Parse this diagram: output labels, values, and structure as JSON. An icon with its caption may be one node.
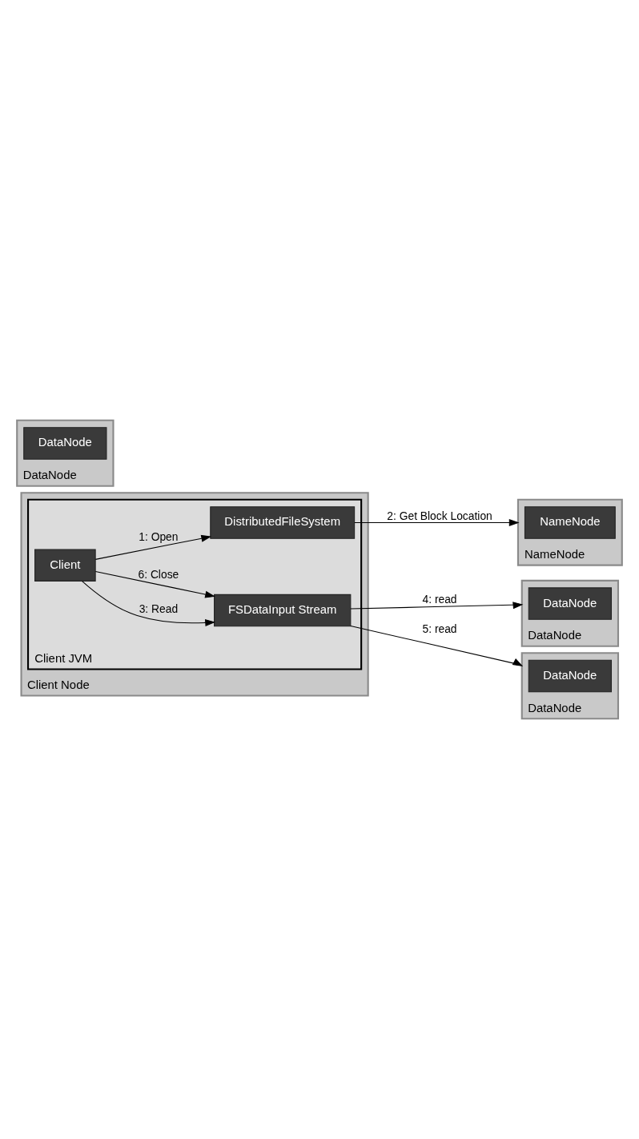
{
  "diagram": {
    "nodes": [
      {
        "text": [
          "Client Node"
        ]
      },
      {
        "text": [
          "Client JVM"
        ],
        "in": 0
      },
      {
        "text": [
          "Client"
        ],
        "in": 1
      },
      {
        "text": [
          "DistributedFileSystem"
        ],
        "in": 1
      },
      {
        "text": [
          "FSDataInput Stream"
        ],
        "in": 1
      },
      {
        "text": [
          "NameNode"
        ]
      },
      {
        "text": [
          "NameNode"
        ],
        "in": 5
      },
      {
        "text": [
          "DataNode"
        ]
      },
      {
        "text": [
          "DataNode"
        ],
        "in": 7
      },
      {
        "text": [
          "DataNode"
        ]
      },
      {
        "text": [
          "DataNode"
        ],
        "in": 9
      },
      {
        "text": [
          "DataNode"
        ]
      },
      {
        "text": [
          "DataNode"
        ],
        "in": 11
      }
    ],
    "edges": [
      {
        "from": 2,
        "to": 3,
        "arrow": "to",
        "label": "1: Open"
      },
      {
        "from": 3,
        "to": 5,
        "arrow": "to",
        "label": "2: Get Block Location"
      },
      {
        "from": 2,
        "to": 4,
        "arrow": "to",
        "label": "3: Read"
      },
      {
        "from": 4,
        "to": 7,
        "arrow": "to",
        "label": "4: read"
      },
      {
        "from": 4,
        "to": 11,
        "arrow": "to",
        "label": "5: read"
      },
      {
        "from": 2,
        "to": 4,
        "arrow": "to",
        "label": "6: Close"
      }
    ]
  }
}
